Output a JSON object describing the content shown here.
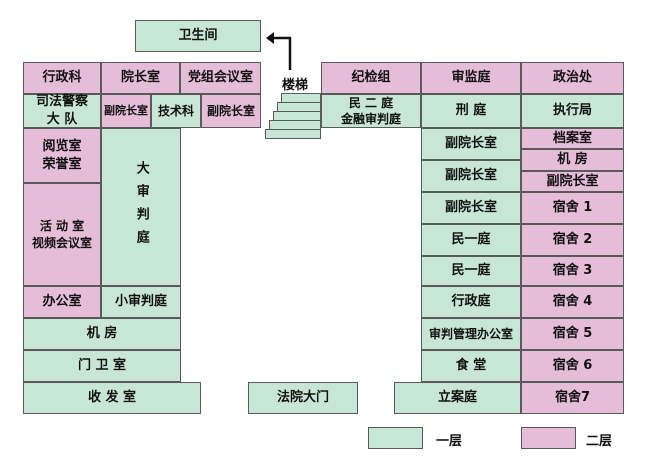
{
  "colors": {
    "floor1": "#c8e6d6",
    "floor2": "#e6bdd9",
    "border": "#5a5a5a"
  },
  "rooms": {
    "toilet": "卫生间",
    "stairs": "楼梯",
    "admin": "行政科",
    "president": "院长室",
    "party": "党组会议室",
    "discipline": "纪检组",
    "supervision": "审监庭",
    "politics": "政治处",
    "police": "司法警察\n大    队",
    "vp1": "副院长室",
    "tech": "技术科",
    "vp2": "副院长室",
    "civil2_finance": "民  二  庭\n金融审判庭",
    "criminal": "刑    庭",
    "execution": "执行局",
    "reading": "阅览室\n荣誉室",
    "big_court": "大审判庭",
    "vp3": "副院长室",
    "archives": "档案室",
    "machine_small": "机    房",
    "vp4": "副院长室",
    "vp_small": "副院长室",
    "activity": "活  动  室\n视频会议室",
    "vp5": "副院长室",
    "dorm1": "宿舍 1",
    "civil1_a": "民一庭",
    "dorm2": "宿舍 2",
    "civil1_b": "民一庭",
    "dorm3": "宿舍 3",
    "office": "办公室",
    "small_court": "小审判庭",
    "admin_court": "行政庭",
    "dorm4": "宿舍 4",
    "machine": "机        房",
    "trial_mgmt": "审判管理办公室",
    "dorm5": "宿舍 5",
    "gate_guard": "门 卫 室",
    "canteen": "食    堂",
    "dorm6": "宿舍 6",
    "mailroom": "收    发    室",
    "main_gate": "法院大门",
    "filing": "立案庭",
    "dorm7": "宿舍7"
  },
  "legend": {
    "floor1": "一层",
    "floor2": "二层"
  }
}
